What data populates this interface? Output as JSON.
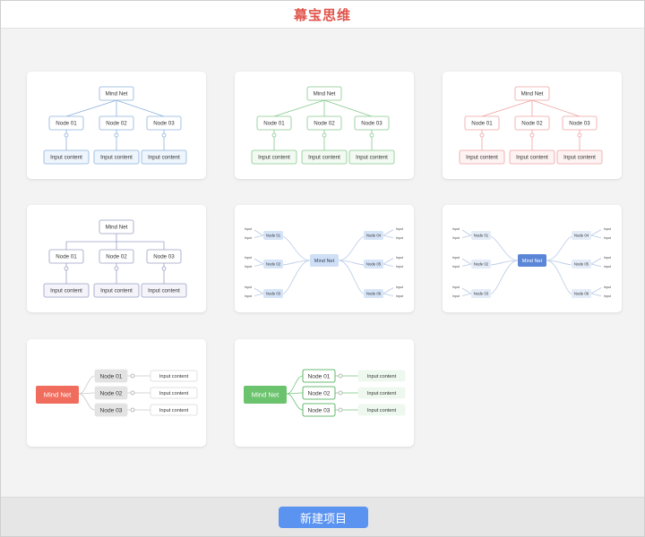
{
  "app": {
    "title": "幕宝思维"
  },
  "templates": [
    {
      "root": "Mind Net",
      "nodes": [
        "Node 01",
        "Node 02",
        "Node 03"
      ],
      "leaves": [
        "Input content",
        "Input content",
        "Input content"
      ],
      "colors": {
        "line": "#8db3dc",
        "box": "#8db3dc",
        "leaf_fill": "#eef5fc"
      }
    },
    {
      "root": "Mind Net",
      "nodes": [
        "Node 01",
        "Node 02",
        "Node 03"
      ],
      "leaves": [
        "Input content",
        "Input content",
        "Input content"
      ],
      "colors": {
        "line": "#86c98d",
        "box": "#86c98d",
        "leaf_fill": "#f2faf2"
      }
    },
    {
      "root": "Mind Net",
      "nodes": [
        "Node 01",
        "Node 02",
        "Node 03"
      ],
      "leaves": [
        "Input content",
        "Input content",
        "Input content"
      ],
      "colors": {
        "line": "#f0a1a1",
        "box": "#f0a1a1",
        "leaf_fill": "#fdf3f3"
      }
    },
    {
      "root": "Mind Net",
      "nodes": [
        "Node 01",
        "Node 02",
        "Node 03"
      ],
      "leaves": [
        "Input content",
        "Input content",
        "Input content"
      ],
      "colors": {
        "line": "#9aa0c4",
        "box": "#9aa0c4",
        "leaf_fill": "#f4f4fa"
      }
    },
    {
      "root": "Mind Net",
      "nodes": [
        "Node 01",
        "Node 02",
        "Node 03",
        "Node 04",
        "Node 05",
        "Node 06"
      ],
      "leaf": "Input",
      "colors": {
        "line": "#b7c9e6",
        "root_fill": "#cfdff6",
        "root_text": "#33425a",
        "node_fill": "#d6e4f8",
        "leaf_line": "#b7c9e6"
      }
    },
    {
      "root": "Mind Net",
      "nodes": [
        "Node 01",
        "Node 02",
        "Node 03",
        "Node 04",
        "Node 05",
        "Node 06"
      ],
      "leaf": "Input",
      "colors": {
        "line": "#b7c9e6",
        "root_fill": "#5b86d8",
        "root_text": "#ffffff",
        "node_fill": "#e4ecf8",
        "leaf_line": "#b7c9e6"
      }
    },
    {
      "root": "Mind Net",
      "nodes": [
        "Node 01",
        "Node 02",
        "Node 03"
      ],
      "leaves": [
        "Input content",
        "Input content",
        "Input content"
      ],
      "colors": {
        "line": "#c8c8c8",
        "root_fill": "#f06d5e",
        "root_text": "#ffffff",
        "node_fill": "#e3e3e3",
        "node_border": "#e3e3e3",
        "leaf_fill": "#ffffff",
        "leaf_border": "#d8d8d8"
      }
    },
    {
      "root": "Mind Net",
      "nodes": [
        "Node 01",
        "Node 02",
        "Node 03"
      ],
      "leaves": [
        "Input content",
        "Input content",
        "Input content"
      ],
      "colors": {
        "line": "#72c47a",
        "root_fill": "#6cc36e",
        "root_text": "#ffffff",
        "node_fill": "#ffffff",
        "node_border": "#3aa546",
        "leaf_fill": "#eef8ee",
        "leaf_border": "#eef8ee"
      }
    }
  ],
  "footer": {
    "new_project_label": "新建项目"
  }
}
